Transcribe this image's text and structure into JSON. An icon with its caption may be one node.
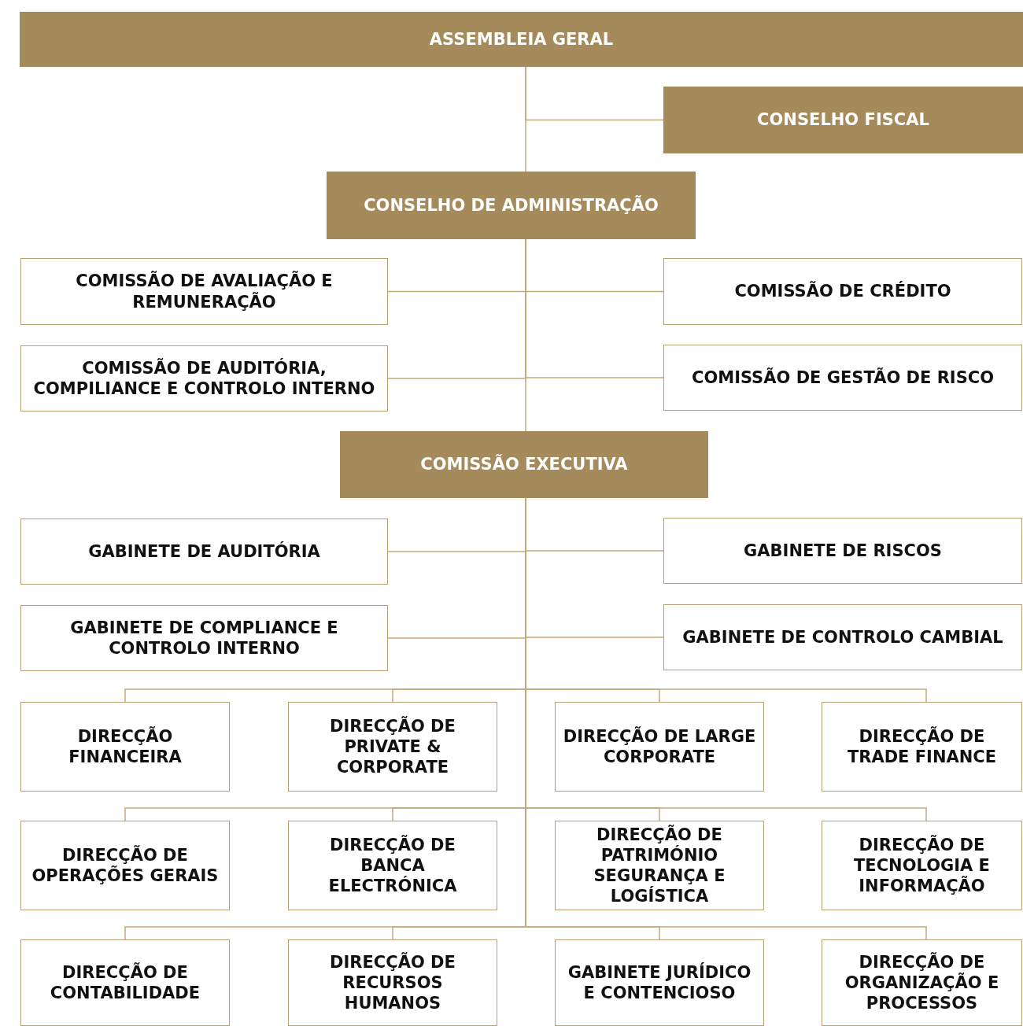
{
  "diagram": {
    "nodes": [
      {
        "text": [
          "ASSEMBLEIA GERAL"
        ]
      },
      {
        "text": [
          "CONSELHO FISCAL"
        ]
      },
      {
        "text": [
          "CONSELHO DE ADMINISTRAÇÃO"
        ]
      },
      {
        "text": [
          "COMISSÃO DE AVALIAÇÃO E REMUNERAÇÃO"
        ]
      },
      {
        "text": [
          "COMISSÃO DE CRÉDITO"
        ]
      },
      {
        "text": [
          "COMISSÃO DE AUDITÓRIA, COMPILIANCE E CONTROLO INTERNO"
        ]
      },
      {
        "text": [
          "COMISSÃO DE GESTÃO DE RISCO"
        ]
      },
      {
        "text": [
          "COMISSÃO EXECUTIVA"
        ]
      },
      {
        "text": [
          "GABINETE DE AUDITÓRIA"
        ]
      },
      {
        "text": [
          "GABINETE DE RISCOS"
        ]
      },
      {
        "text": [
          "GABINETE DE COMPLIANCE E CONTROLO INTERNO"
        ]
      },
      {
        "text": [
          "GABINETE DE CONTROLO CAMBIAL"
        ]
      },
      {
        "text": [
          "DIRECÇÃO FINANCEIRA"
        ]
      },
      {
        "text": [
          "DIRECÇÃO DE PRIVATE & CORPORATE"
        ]
      },
      {
        "text": [
          "DIRECÇÃO DE LARGE CORPORATE"
        ]
      },
      {
        "text": [
          "DIRECÇÃO DE TRADE FINANCE"
        ]
      },
      {
        "text": [
          "DIRECÇÃO DE OPERAÇÕES GERAIS"
        ]
      },
      {
        "text": [
          "DIRECÇÃO DE BANCA ELECTRÓNICA"
        ]
      },
      {
        "text": [
          "DIRECÇÃO DE PATRIMÓNIO SEGURANÇA E LOGÍSTICA"
        ]
      },
      {
        "text": [
          "DIRECÇÃO DE TECNOLOGIA E INFORMAÇÃO"
        ]
      },
      {
        "text": [
          "DIRECÇÃO DE CONTABILIDADE"
        ]
      },
      {
        "text": [
          "DIRECÇÃO DE RECURSOS HUMANOS"
        ]
      },
      {
        "text": [
          "GABINETE JURÍDICO E CONTENCIOSO"
        ]
      },
      {
        "text": [
          "DIRECÇÃO DE ORGANIZAÇÃO E PROCESSOS"
        ]
      }
    ],
    "edges": [
      {
        "from": 0,
        "to": 1,
        "arrow": "none"
      },
      {
        "from": 0,
        "to": 2,
        "arrow": "none"
      },
      {
        "from": 2,
        "to": 3,
        "arrow": "none"
      },
      {
        "from": 2,
        "to": 4,
        "arrow": "none"
      },
      {
        "from": 2,
        "to": 5,
        "arrow": "none"
      },
      {
        "from": 2,
        "to": 6,
        "arrow": "none"
      },
      {
        "from": 2,
        "to": 7,
        "arrow": "none"
      },
      {
        "from": 7,
        "to": 8,
        "arrow": "none"
      },
      {
        "from": 7,
        "to": 9,
        "arrow": "none"
      },
      {
        "from": 7,
        "to": 10,
        "arrow": "none"
      },
      {
        "from": 7,
        "to": 11,
        "arrow": "none"
      },
      {
        "from": 7,
        "to": 12,
        "arrow": "none"
      },
      {
        "from": 7,
        "to": 13,
        "arrow": "none"
      },
      {
        "from": 7,
        "to": 14,
        "arrow": "none"
      },
      {
        "from": 7,
        "to": 15,
        "arrow": "none"
      },
      {
        "from": 7,
        "to": 16,
        "arrow": "none"
      },
      {
        "from": 7,
        "to": 17,
        "arrow": "none"
      },
      {
        "from": 7,
        "to": 18,
        "arrow": "none"
      },
      {
        "from": 7,
        "to": 19,
        "arrow": "none"
      },
      {
        "from": 7,
        "to": 20,
        "arrow": "none"
      },
      {
        "from": 7,
        "to": 21,
        "arrow": "none"
      },
      {
        "from": 7,
        "to": 22,
        "arrow": "none"
      },
      {
        "from": 7,
        "to": 23,
        "arrow": "none"
      }
    ]
  }
}
